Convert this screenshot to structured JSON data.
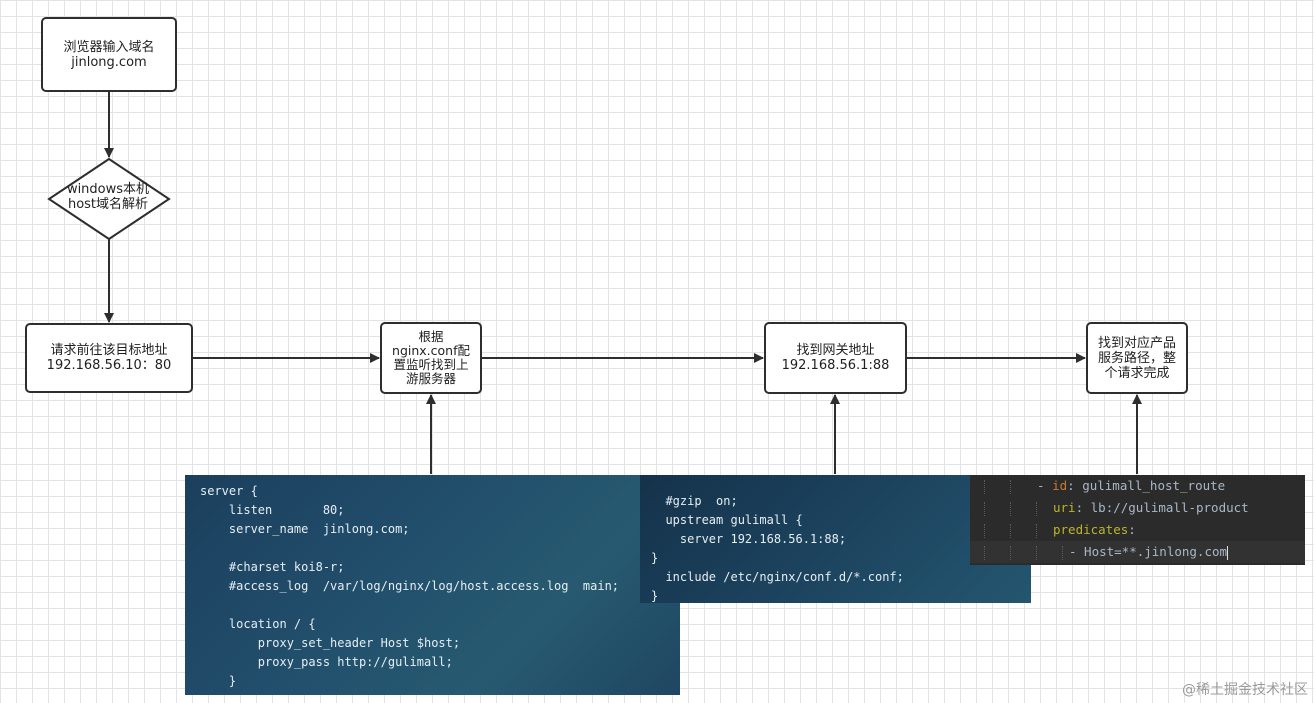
{
  "nodes": {
    "browser": [
      "浏览器输入域名",
      "jinlong.com"
    ],
    "hosts": [
      "windows本机",
      "host域名解析"
    ],
    "target": [
      "请求前往该目标地址",
      "192.168.56.10：80"
    ],
    "nginx": [
      "根据",
      "nginx.conf配",
      "置监听找到上",
      "游服务器"
    ],
    "gateway": [
      "找到网关地址",
      "192.168.56.1:88"
    ],
    "product": [
      "找到对应产品",
      "服务路径，整",
      "个请求完成"
    ]
  },
  "nginx_conf": {
    "lines": [
      "server {",
      "    listen       80;",
      "    server_name  jinlong.com;",
      "",
      "    #charset koi8-r;",
      "    #access_log  /var/log/nginx/log/host.access.log  main;",
      "",
      "    location / {",
      "        proxy_set_header Host $host;",
      "        proxy_pass http://gulimall;",
      "    }"
    ]
  },
  "upstream_conf": {
    "lines": [
      "  #gzip  on;",
      "  upstream gulimall {",
      "    server 192.168.56.1:88;",
      "}",
      "  include /etc/nginx/conf.d/*.conf;",
      "}"
    ]
  },
  "yaml_route": {
    "dash": "- ",
    "id_key": "id",
    "id_value": "gulimall_host_route",
    "uri_key": "uri",
    "uri_value": "lb://gulimall-product",
    "predicates_key": "predicates",
    "predicate_item": "- Host=**.jinlong.com",
    "colon": ": ",
    "colon_end": ":"
  },
  "watermark": "@稀土掘金技术社区"
}
